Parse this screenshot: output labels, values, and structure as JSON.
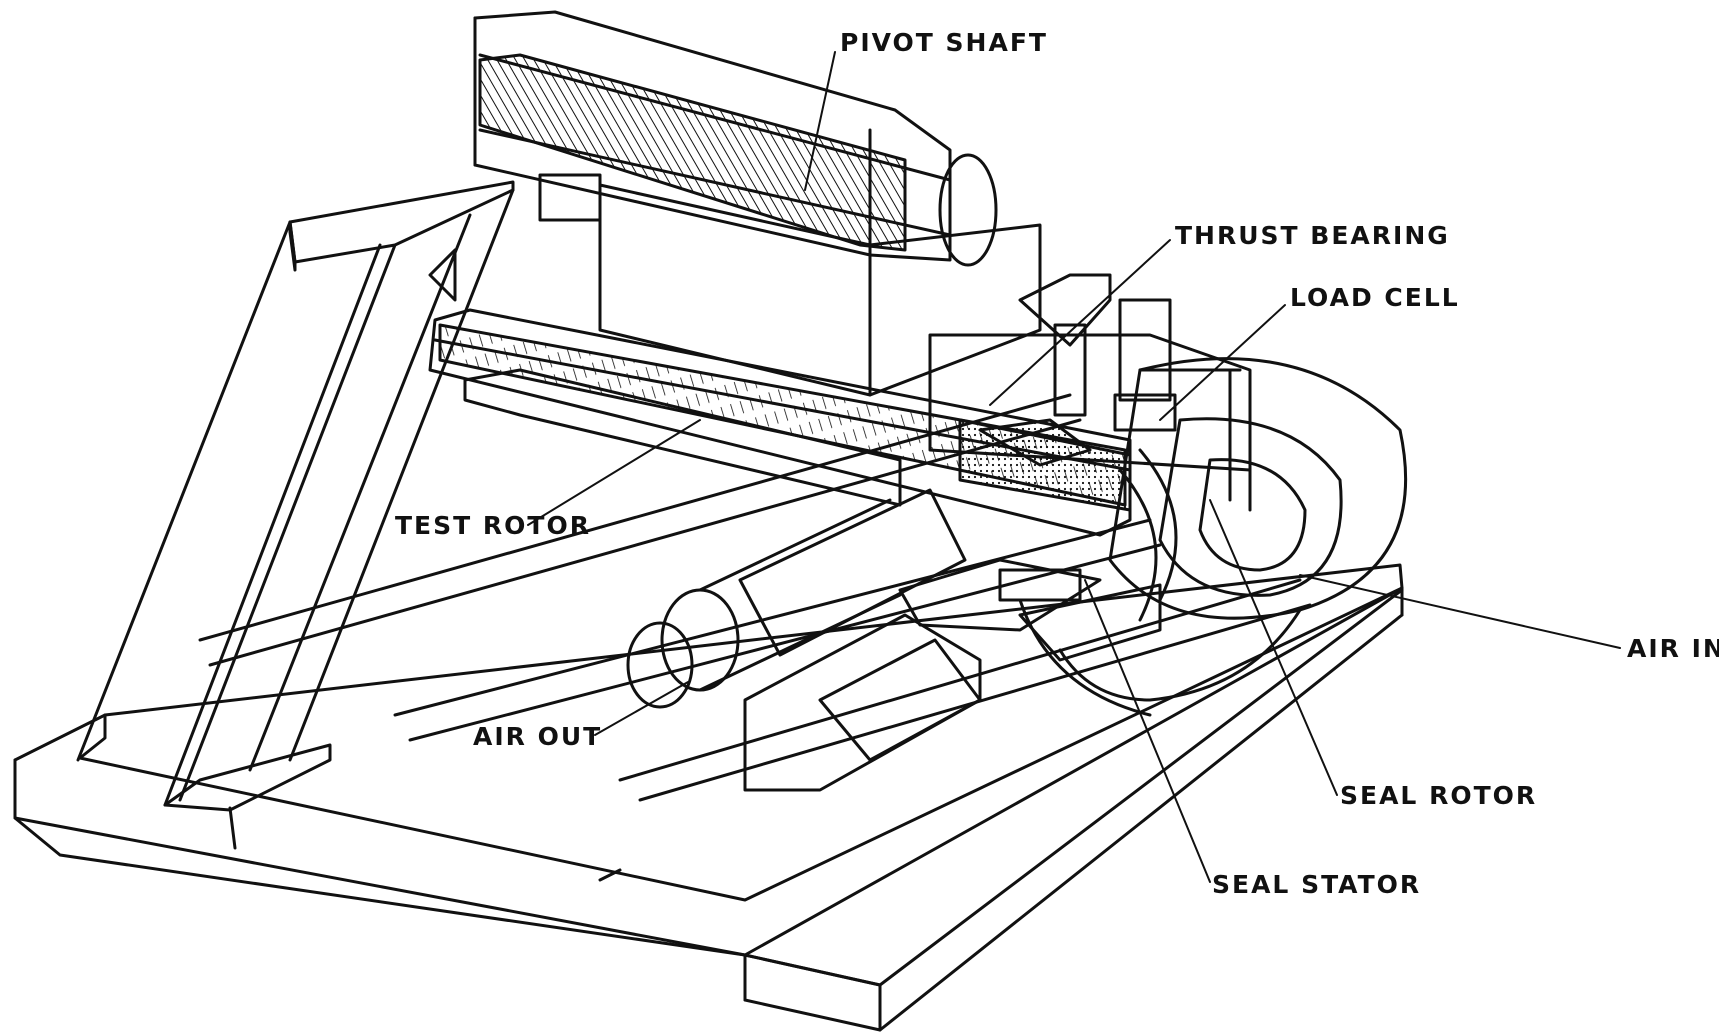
{
  "labels": {
    "pivot_shaft": "PIVOT SHAFT",
    "thrust_bearing": "THRUST BEARING",
    "load_cell": "LOAD CELL",
    "test_rotor": "TEST ROTOR",
    "air_in": "AIR IN",
    "air_out": "AIR OUT",
    "seal_rotor": "SEAL ROTOR",
    "seal_stator": "SEAL STATOR"
  },
  "colors": {
    "ink": "#111111",
    "paper": "#ffffff"
  }
}
